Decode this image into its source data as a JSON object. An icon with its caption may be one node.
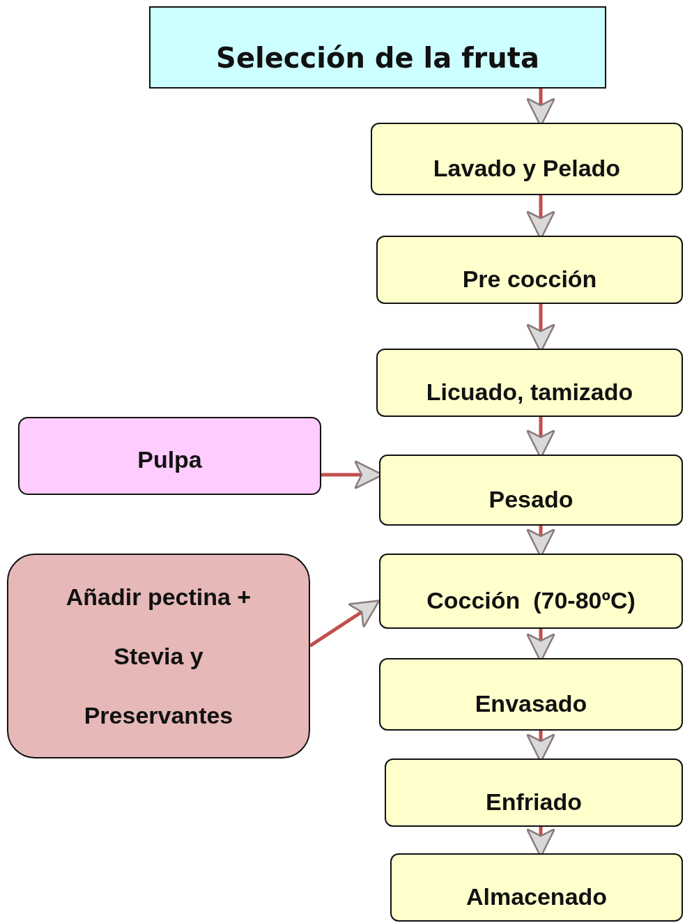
{
  "diagram": {
    "nodes": [
      {
        "text": [
          "Selección de la fruta"
        ]
      },
      {
        "text": [
          "Lavado y Pelado"
        ]
      },
      {
        "text": [
          "Pre cocción"
        ]
      },
      {
        "text": [
          "Licuado, tamizado"
        ]
      },
      {
        "text": [
          "Pulpa"
        ]
      },
      {
        "text": [
          "Pesado"
        ]
      },
      {
        "text": [
          "Añadir pectina + Stevia y Preservantes"
        ]
      },
      {
        "text": [
          "Cocción  (70-80ºC)"
        ]
      },
      {
        "text": [
          "Envasado"
        ]
      },
      {
        "text": [
          "Enfriado"
        ]
      },
      {
        "text": [
          "Almacenado"
        ]
      }
    ],
    "edges": [
      {
        "from": 0,
        "to": 1,
        "arrow": "to"
      },
      {
        "from": 1,
        "to": 2,
        "arrow": "to"
      },
      {
        "from": 2,
        "to": 3,
        "arrow": "to"
      },
      {
        "from": 3,
        "to": 5,
        "arrow": "to"
      },
      {
        "from": 4,
        "to": 5,
        "arrow": "to"
      },
      {
        "from": 6,
        "to": 7,
        "arrow": "to"
      },
      {
        "from": 5,
        "to": 7,
        "arrow": "to"
      },
      {
        "from": 7,
        "to": 8,
        "arrow": "to"
      },
      {
        "from": 8,
        "to": 9,
        "arrow": "to"
      },
      {
        "from": 9,
        "to": 10,
        "arrow": "to"
      }
    ]
  }
}
